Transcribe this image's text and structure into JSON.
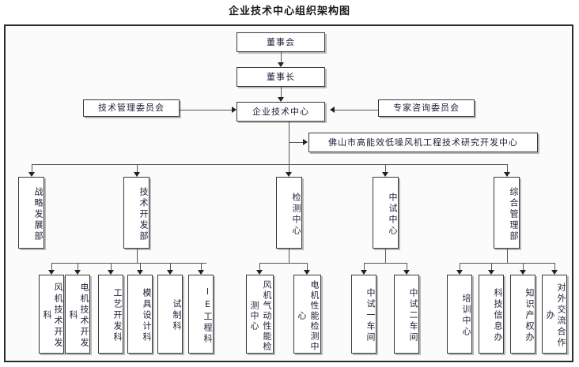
{
  "title": "企业技术中心组织架构图",
  "nodes": {
    "board": "董事会",
    "chairman": "董事长",
    "center": "企业技术中心",
    "tech_committee": "技术管理委员会",
    "expert_committee": "专家咨询委员会",
    "research_center": "佛山市高能效低噪风机工程技术研究开发中心"
  },
  "departments": [
    {
      "id": "strategy",
      "label": "战略发展部"
    },
    {
      "id": "rnd",
      "label": "技术开发部"
    },
    {
      "id": "testing",
      "label": "检测中心"
    },
    {
      "id": "pilot",
      "label": "中试中心"
    },
    {
      "id": "general",
      "label": "综合管理部"
    }
  ],
  "sections": [
    {
      "parent": "rnd",
      "children": [
        "风机技术开发科",
        "电机技术开发科",
        "工艺开发科",
        "模具设计科",
        "试制科",
        "IE工程科"
      ]
    },
    {
      "parent": "testing",
      "children": [
        "风机气动性能检测中心",
        "电机性能检测中心"
      ]
    },
    {
      "parent": "pilot",
      "children": [
        "中试一车间",
        "中试二车间"
      ]
    },
    {
      "parent": "general",
      "children": [
        "培训中心",
        "科技信息办",
        "知识产权办",
        "对外交流合作办"
      ]
    }
  ],
  "colors": {
    "border": "#3a3a3a",
    "frame": "#2b2b2b",
    "text": "#20203a",
    "connector": "#555555",
    "background": "#fbfbfb"
  }
}
